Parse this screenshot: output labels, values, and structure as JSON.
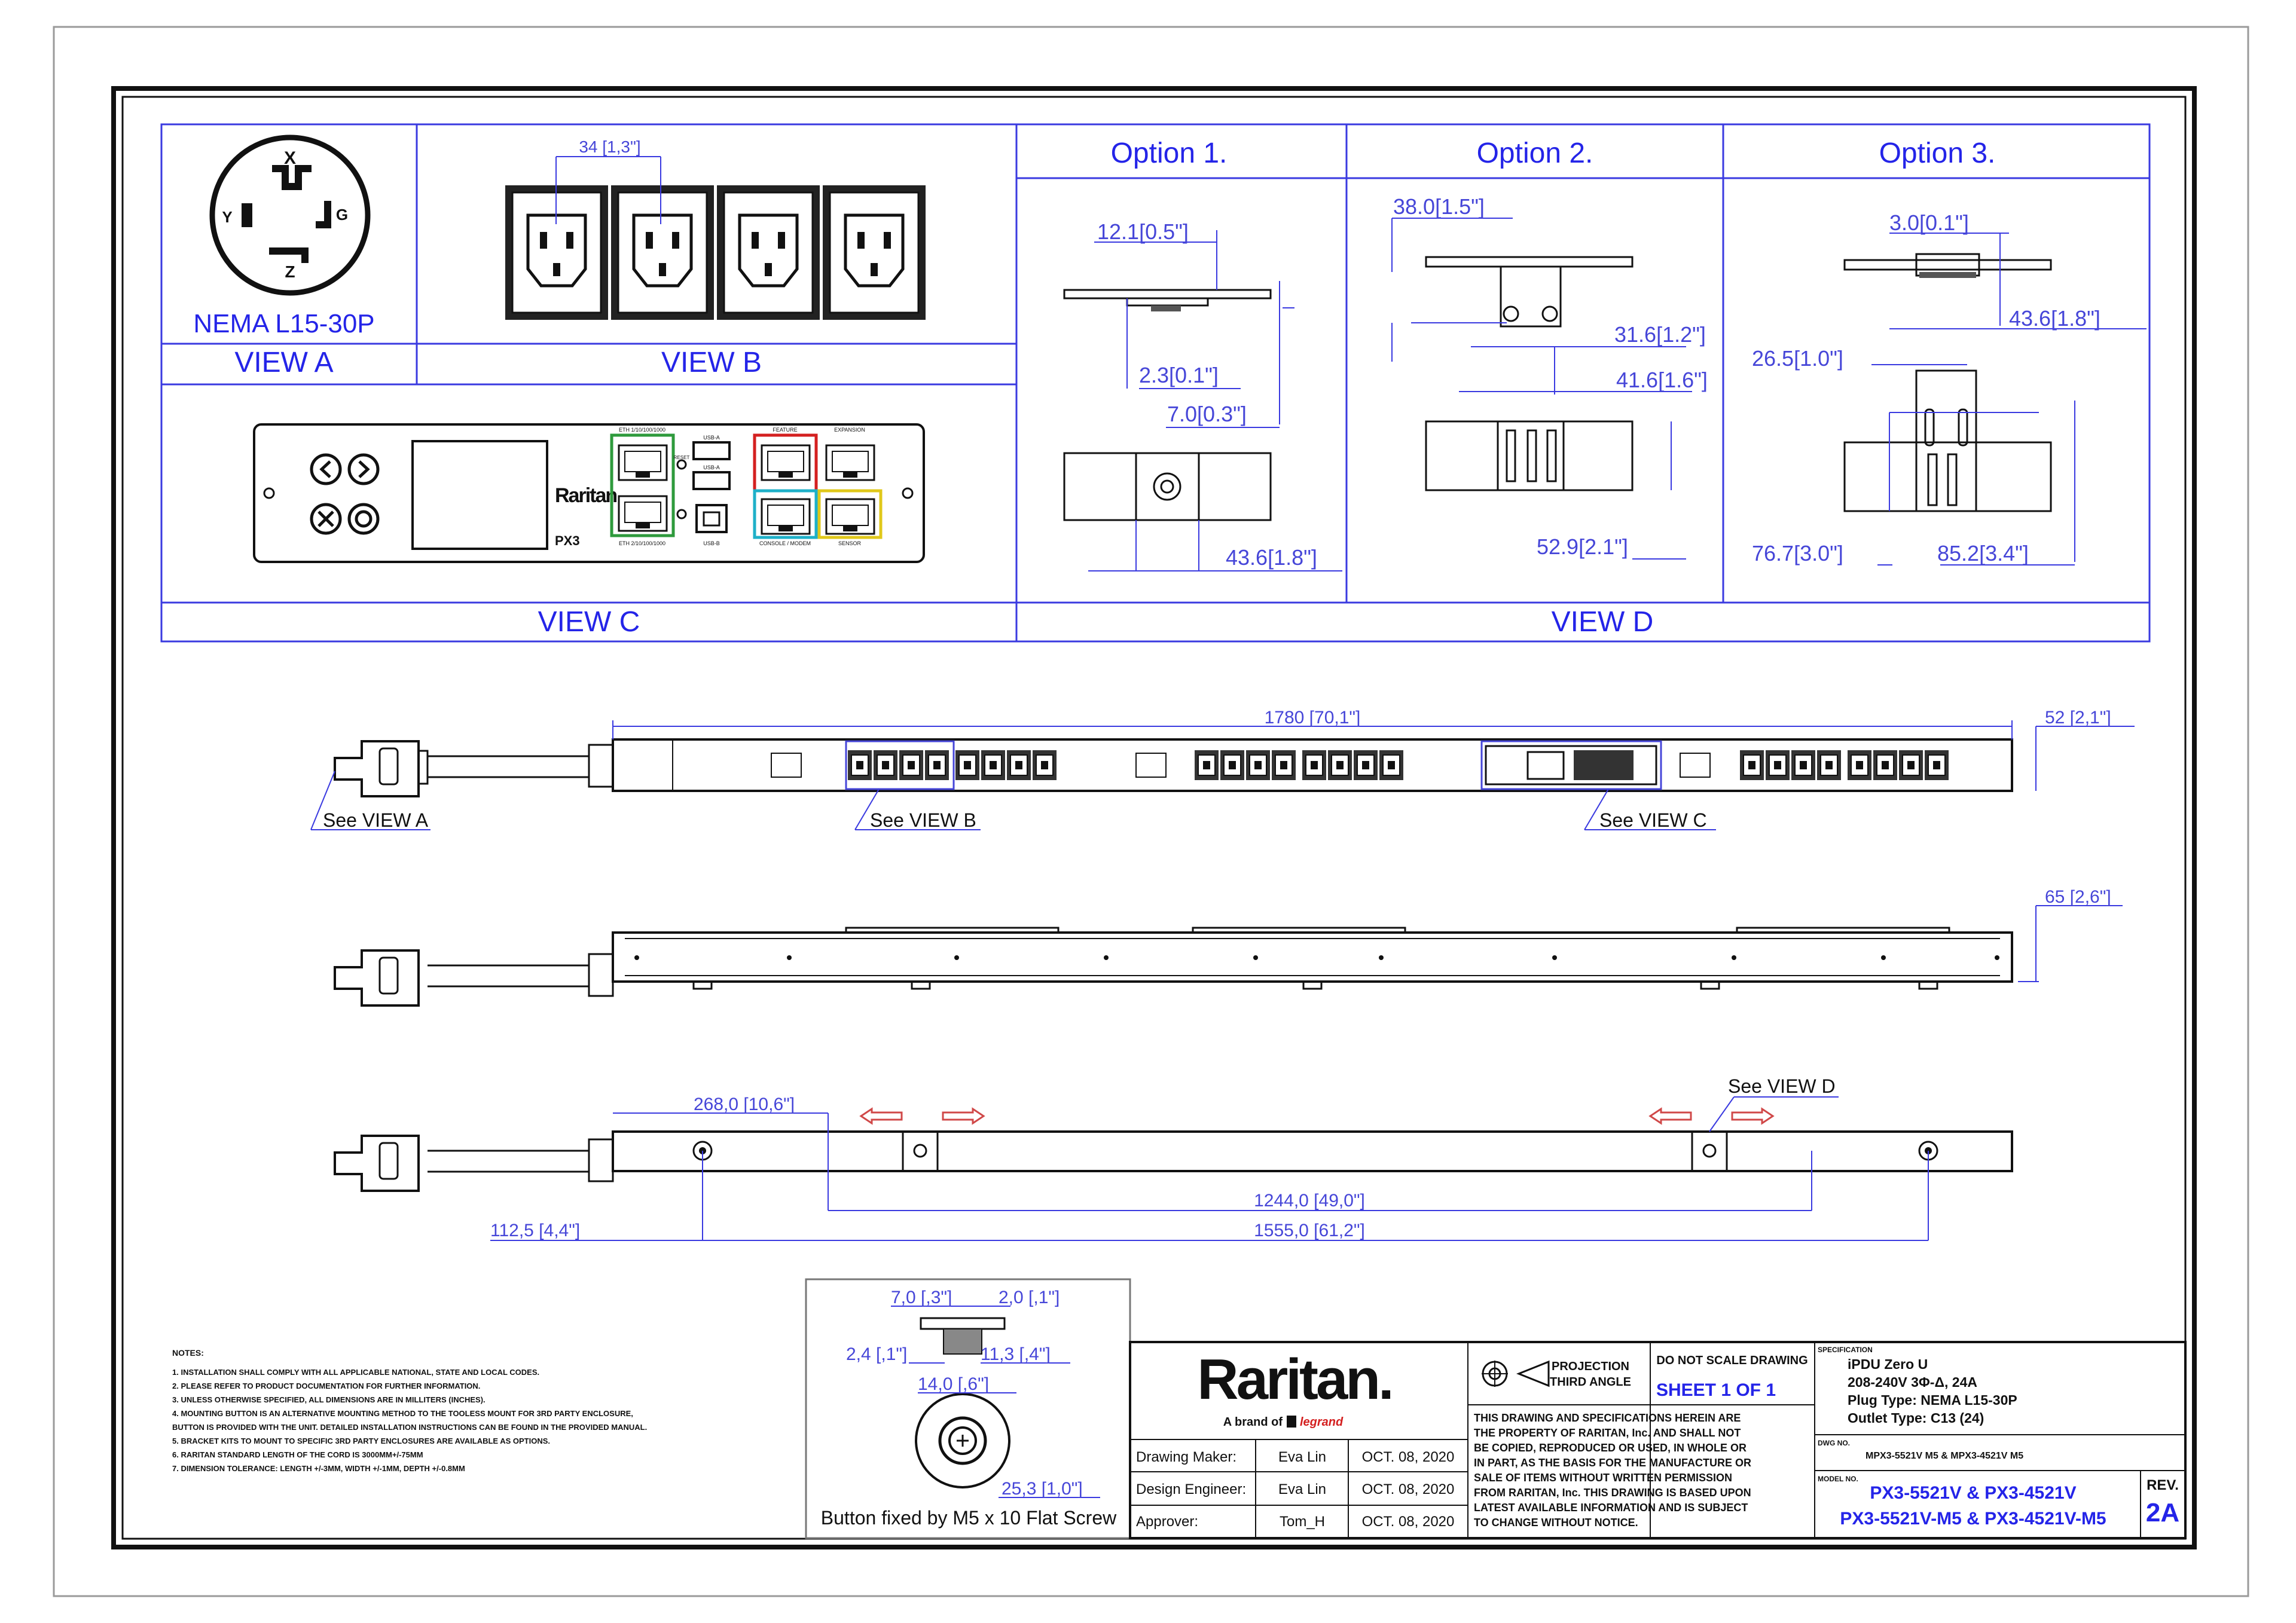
{
  "views": {
    "plug_label": "NEMA L15-30P",
    "plug_pins": [
      "X",
      "Y",
      "G",
      "Z"
    ],
    "view_a": "VIEW A",
    "view_b": "VIEW B",
    "view_c": "VIEW C",
    "view_d": "VIEW D",
    "view_b_dim": "34 [1,3\"]",
    "option1": "Option 1.",
    "option2": "Option  2.",
    "option3": "Option 3."
  },
  "option_dims": {
    "o1_a": "12.1[0.5\"]",
    "o1_b": "2.3[0.1\"]",
    "o1_c": "7.0[0.3\"]",
    "o1_d": "43.6[1.8\"]",
    "o2_a": "38.0[1.5\"]",
    "o2_b": "31.6[1.2\"]",
    "o2_c": "41.6[1.6\"]",
    "o2_d": "52.9[2.1\"]",
    "o3_a": "3.0[0.1\"]",
    "o3_b": "43.6[1.8\"]",
    "o3_c": "26.5[1.0\"]",
    "o3_d": "76.7[3.0\"]",
    "o3_e": "85.2[3.4\"]"
  },
  "controller": {
    "brand": "Raritan",
    "model": "PX3",
    "port_labels": {
      "eth1": "ETH 1/10/100/1000",
      "reset": "RESET",
      "usb_a_top": "USB-A",
      "usb_a_bot": "USB-A",
      "usb_b": "USB-B",
      "feature": "FEATURE",
      "expansion": "EXPANSION",
      "eth2": "ETH 2/10/100/1000",
      "console": "CONSOLE / MODEM",
      "sensor": "SENSOR"
    }
  },
  "pdu": {
    "length_dim": "1780  [70,1\"]",
    "width_dim": "52  [2,1\"]",
    "depth_dim": "65  [2,6\"]",
    "see_view_a": "See VIEW A",
    "see_view_b": "See VIEW B",
    "see_view_c": "See VIEW C",
    "see_view_d": "See VIEW D",
    "dim_268": "268,0  [10,6\"]",
    "dim_1244": "1244,0  [49,0\"]",
    "dim_1125": "112,5  [4,4\"]",
    "dim_1555": "1555,0  [61,2\"]"
  },
  "notes": {
    "title": "NOTES:",
    "items": [
      "1. INSTALLATION SHALL COMPLY WITH ALL APPLICABLE NATIONAL, STATE AND LOCAL CODES.",
      "2. PLEASE REFER TO PRODUCT DOCUMENTATION FOR FURTHER INFORMATION.",
      "3. UNLESS OTHERWISE SPECIFIED, ALL DIMENSIONS ARE IN MILLITERS (INCHES).",
      "4. MOUNTING BUTTON IS AN ALTERNATIVE MOUNTING METHOD TO THE TOOLESS MOUNT FOR 3RD PARTY ENCLOSURE,",
      "    BUTTON IS PROVIDED WITH THE UNIT. DETAILED INSTALLATION INSTRUCTIONS CAN BE FOUND IN THE PROVIDED MANUAL.",
      "5. BRACKET KITS TO MOUNT TO SPECIFIC 3RD PARTY ENCLOSURES ARE AVAILABLE AS OPTIONS.",
      "6. RARITAN STANDARD LENGTH OF THE CORD IS 3000MM+/-75MM",
      "7. DIMENSION TOLERANCE: LENGTH +/-3MM, WIDTH +/-1MM, DEPTH +/-0.8MM"
    ]
  },
  "button_detail": {
    "d1": "7,0  [,3\"]",
    "d2": "2,0  [,1\"]",
    "d3": "2,4  [,1\"]",
    "d4": "11,3  [,4\"]",
    "d5": "14,0  [,6\"]",
    "d6": "25,3  [1,0\"]",
    "caption": "Button fixed by M5 x 10 Flat Screw"
  },
  "title_block": {
    "brand": "Raritan.",
    "brand_sub": "A brand of",
    "brand_sub2": "legrand",
    "rows": [
      {
        "label": "Drawing Maker:",
        "name": "Eva Lin",
        "date": "OCT. 08, 2020"
      },
      {
        "label": "Design Engineer:",
        "name": "Eva Lin",
        "date": "OCT. 08, 2020"
      },
      {
        "label": "Approver:",
        "name": "Tom_H",
        "date": "OCT. 08, 2020"
      }
    ],
    "projection1": "PROJECTION",
    "projection2": "THIRD ANGLE",
    "do_not_scale": "DO NOT SCALE DRAWING",
    "sheet": "SHEET 1 OF 1",
    "disclaimer": [
      "THIS DRAWING AND SPECIFICATIONS HEREIN ARE",
      "THE PROPERTY OF RARITAN, Inc. AND SHALL NOT",
      "BE COPIED, REPRODUCED OR USED, IN WHOLE OR",
      "IN PART, AS THE BASIS FOR THE MANUFACTURE OR",
      "SALE OF ITEMS WITHOUT WRITTEN PERMISSION",
      "FROM RARITAN, Inc. THIS DRAWING IS BASED UPON",
      "LATEST AVAILABLE INFORMATION AND IS SUBJECT",
      "TO CHANGE WITHOUT NOTICE."
    ],
    "spec_label": "SPECIFICATION",
    "spec": [
      "iPDU Zero U",
      "208-240V 3Φ-Δ, 24A",
      "Plug Type: NEMA L15-30P",
      "Outlet Type: C13 (24)"
    ],
    "dwg_label": "DWG NO.",
    "dwg_no": "MPX3-5521V M5 & MPX3-4521V M5",
    "model_label": "MODEL NO.",
    "model_no_1": "PX3-5521V & PX3-4521V",
    "model_no_2": "PX3-5521V-M5 & PX3-4521V-M5",
    "rev_label": "REV.",
    "rev": "2A"
  }
}
